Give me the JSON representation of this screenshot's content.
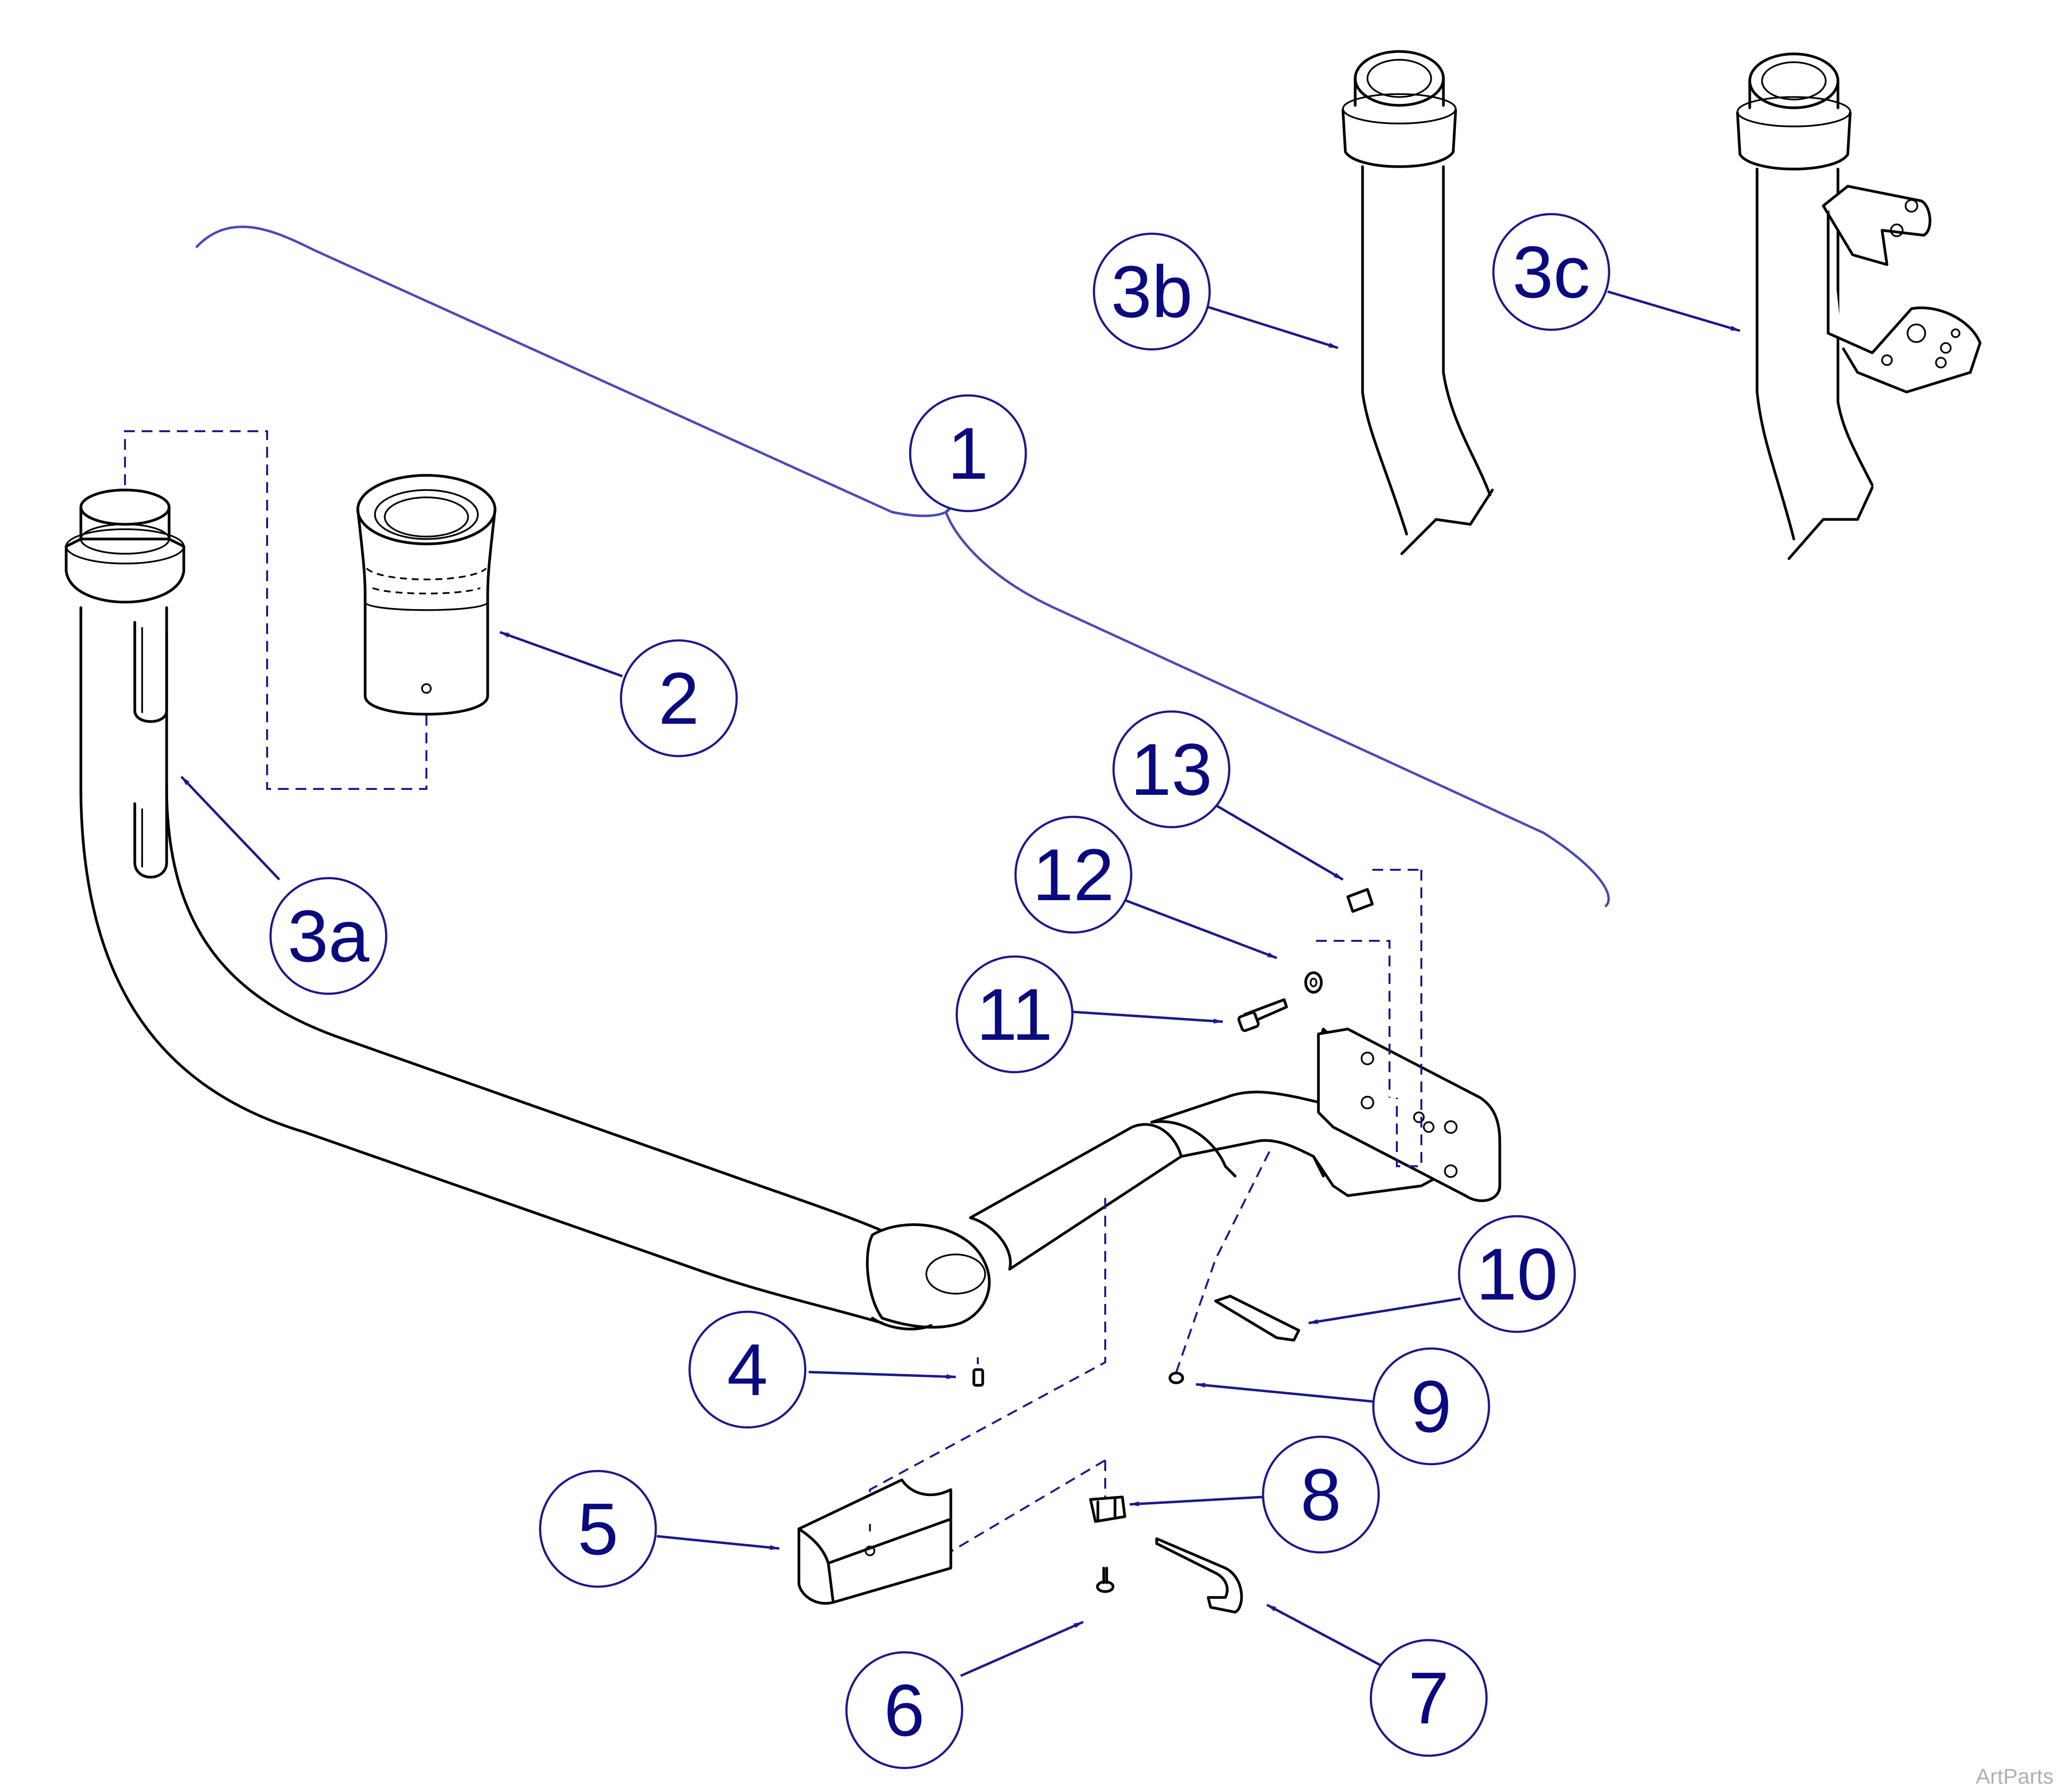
{
  "callouts": {
    "c1": "1",
    "c2": "2",
    "c3a": "3a",
    "c3b": "3b",
    "c3c": "3c",
    "c4": "4",
    "c5": "5",
    "c6": "6",
    "c7": "7",
    "c8": "8",
    "c9": "9",
    "c10": "10",
    "c11": "11",
    "c12": "12",
    "c13": "13"
  },
  "watermark": "ArtParts",
  "colors": {
    "callout": "#1a1a8c",
    "brace": "#4a4ab8",
    "line_art": "#000000"
  }
}
